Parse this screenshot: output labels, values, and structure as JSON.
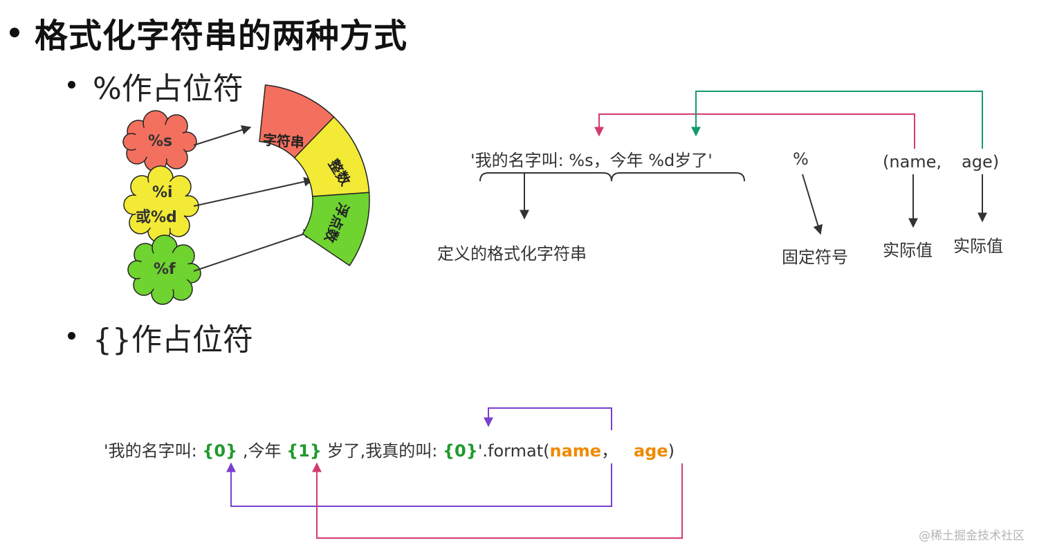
{
  "title": "格式化字符串的两种方式",
  "section1": {
    "heading": "%作占位符",
    "clouds": [
      {
        "line1": "%s",
        "line2": "",
        "color": "#f4705e"
      },
      {
        "line1": "%i",
        "line2": "或%d",
        "color": "#f2ea34"
      },
      {
        "line1": "%f",
        "line2": "",
        "color": "#6fd330"
      }
    ],
    "arc_segments": [
      {
        "label": "字符串",
        "color": "#f4705e"
      },
      {
        "label": "整数",
        "color": "#f2ea34"
      },
      {
        "label": "浮点数",
        "color": "#6fd330"
      }
    ],
    "example": {
      "format_string": "'我的名字叫: %s，今年  %d岁了'",
      "operator": "%",
      "args_open": "(name,",
      "args_close": "age)",
      "label_string": "定义的格式化字符串",
      "label_operator": "固定符号",
      "label_value1": "实际值",
      "label_value2": "实际值"
    },
    "colors": {
      "crimson": "#d13c6a",
      "teal": "#159b6b"
    }
  },
  "section2": {
    "heading": "{}作占位符",
    "format_parts": {
      "p1": "'我的名字叫: ",
      "g1": "{0}",
      "p2": " ,今年 ",
      "g2": "{1}",
      "p3": " 岁了,我真的叫: ",
      "g3": "{0}",
      "p4": "'.format(",
      "o1": "name",
      "p5": "，   ",
      "o2": "age",
      "p6": ")"
    },
    "colors": {
      "purple": "#7b3fd0",
      "crimson": "#d13c6a",
      "green": "#1f9a2c",
      "orange": "#f08a00"
    }
  },
  "watermark": "@稀土掘金技术社区"
}
